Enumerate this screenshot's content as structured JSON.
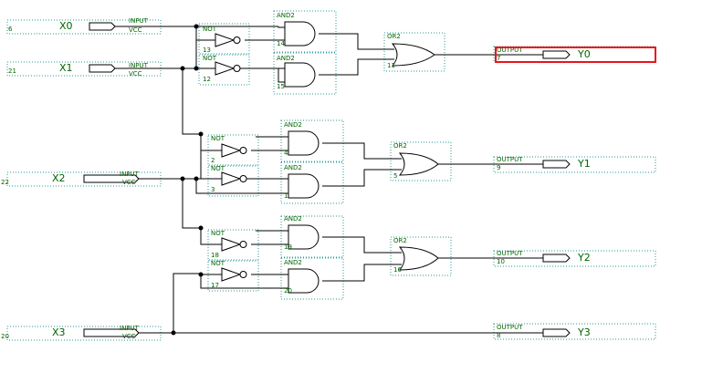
{
  "inputs": [
    {
      "name": "X0",
      "type": "INPUT",
      "vcc": "VCC",
      "num": "6"
    },
    {
      "name": "X1",
      "type": "INPUT",
      "vcc": "VCC",
      "num": "21"
    },
    {
      "name": "X2",
      "type": "INPUT",
      "vcc": "VCC",
      "num": "22"
    },
    {
      "name": "X3",
      "type": "INPUT",
      "vcc": "VCC",
      "num": "20"
    }
  ],
  "outputs": [
    {
      "name": "Y0",
      "type": "OUTPUT",
      "num": "7"
    },
    {
      "name": "Y1",
      "type": "OUTPUT",
      "num": "9"
    },
    {
      "name": "Y2",
      "type": "OUTPUT",
      "num": "10"
    },
    {
      "name": "Y3",
      "type": "OUTPUT",
      "num": "8"
    }
  ],
  "not_gates": [
    {
      "type": "NOT",
      "num": "13"
    },
    {
      "type": "NOT",
      "num": "12"
    },
    {
      "type": "NOT",
      "num": "2"
    },
    {
      "type": "NOT",
      "num": "3"
    },
    {
      "type": "NOT",
      "num": "18"
    },
    {
      "type": "NOT",
      "num": "17"
    }
  ],
  "and_gates": [
    {
      "type": "AND2",
      "num": "14"
    },
    {
      "type": "AND2",
      "num": "15"
    },
    {
      "type": "AND2",
      "num": "4"
    },
    {
      "type": "AND2",
      "num": "1"
    },
    {
      "type": "AND2",
      "num": "19"
    },
    {
      "type": "AND2",
      "num": "20"
    }
  ],
  "or_gates": [
    {
      "type": "OR2",
      "num": "11"
    },
    {
      "type": "OR2",
      "num": "5"
    },
    {
      "type": "OR2",
      "num": "16"
    }
  ],
  "colors": {
    "label": "#006400",
    "box": "#2a9a9a",
    "selection": "#e8141c"
  }
}
